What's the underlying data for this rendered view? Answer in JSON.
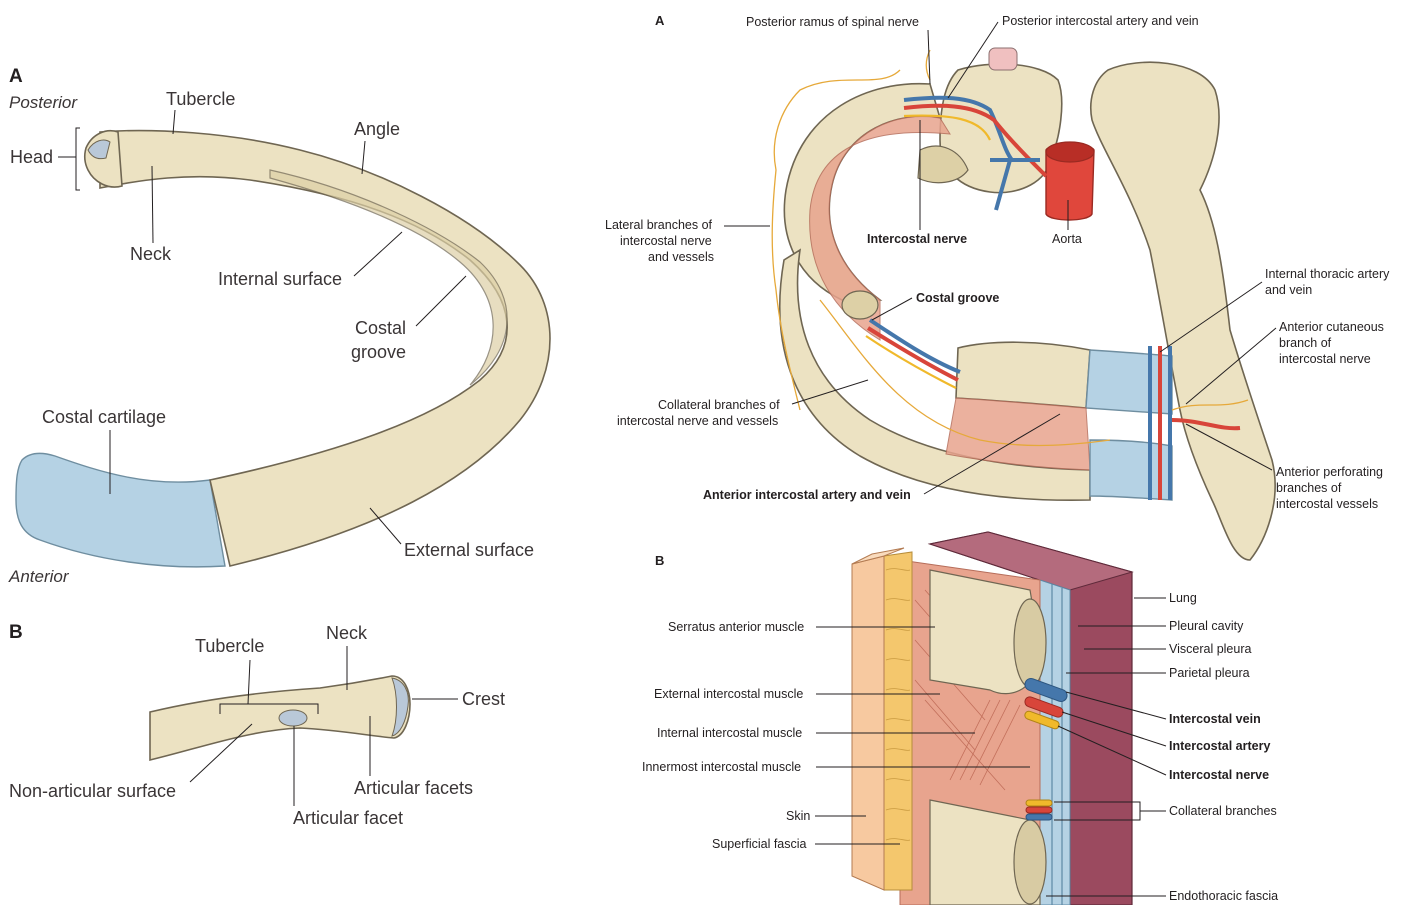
{
  "left_figure": {
    "panel_a": {
      "letter": "A",
      "orientation_top": "Posterior",
      "orientation_bottom": "Anterior",
      "labels": {
        "head": "Head",
        "tubercle": "Tubercle",
        "angle": "Angle",
        "neck": "Neck",
        "internal_surface": "Internal surface",
        "costal_groove_1": "Costal",
        "costal_groove_2": "groove",
        "costal_cartilage": "Costal cartilage",
        "external_surface": "External surface"
      }
    },
    "panel_b": {
      "letter": "B",
      "labels": {
        "tubercle": "Tubercle",
        "neck": "Neck",
        "crest": "Crest",
        "non_articular_surface": "Non-articular surface",
        "articular_facets": "Articular facets",
        "articular_facet": "Articular facet"
      }
    }
  },
  "right_figure": {
    "panel_a": {
      "letter": "A",
      "labels": {
        "posterior_ramus": "Posterior ramus of spinal nerve",
        "posterior_intercostal": "Posterior intercostal artery and vein",
        "lateral_branches_1": "Lateral branches of",
        "lateral_branches_2": "intercostal nerve",
        "lateral_branches_3": "and vessels",
        "intercostal_nerve": "Intercostal nerve",
        "aorta": "Aorta",
        "costal_groove": "Costal groove",
        "internal_thoracic_1": "Internal thoracic artery",
        "internal_thoracic_2": "and vein",
        "anterior_cutaneous_1": "Anterior cutaneous",
        "anterior_cutaneous_2": "branch of",
        "anterior_cutaneous_3": "intercostal nerve",
        "collateral_1": "Collateral branches of",
        "collateral_2": "intercostal nerve and vessels",
        "anterior_intercostal": "Anterior intercostal artery and vein",
        "anterior_perforating_1": "Anterior perforating",
        "anterior_perforating_2": "branches of",
        "anterior_perforating_3": "intercostal vessels"
      }
    },
    "panel_b": {
      "letter": "B",
      "labels": {
        "serratus_anterior": "Serratus anterior muscle",
        "external_intercostal": "External intercostal muscle",
        "internal_intercostal": "Internal intercostal muscle",
        "innermost_intercostal": "Innermost intercostal muscle",
        "skin": "Skin",
        "superficial_fascia": "Superficial fascia",
        "lung": "Lung",
        "pleural_cavity": "Pleural cavity",
        "visceral_pleura": "Visceral pleura",
        "parietal_pleura": "Parietal pleura",
        "intercostal_vein": "Intercostal vein",
        "intercostal_artery": "Intercostal artery",
        "intercostal_nerve": "Intercostal nerve",
        "collateral_branches": "Collateral branches",
        "endothoracic_fascia": "Endothoracic fascia"
      }
    }
  },
  "colors": {
    "bone": "#ece2c2",
    "cartilage": "#b5d2e4",
    "muscle": "#e8a48e",
    "artery": "#d8453a",
    "vein": "#4577ab",
    "nerve": "#f0b92b",
    "lung": "#9b4a5f"
  }
}
